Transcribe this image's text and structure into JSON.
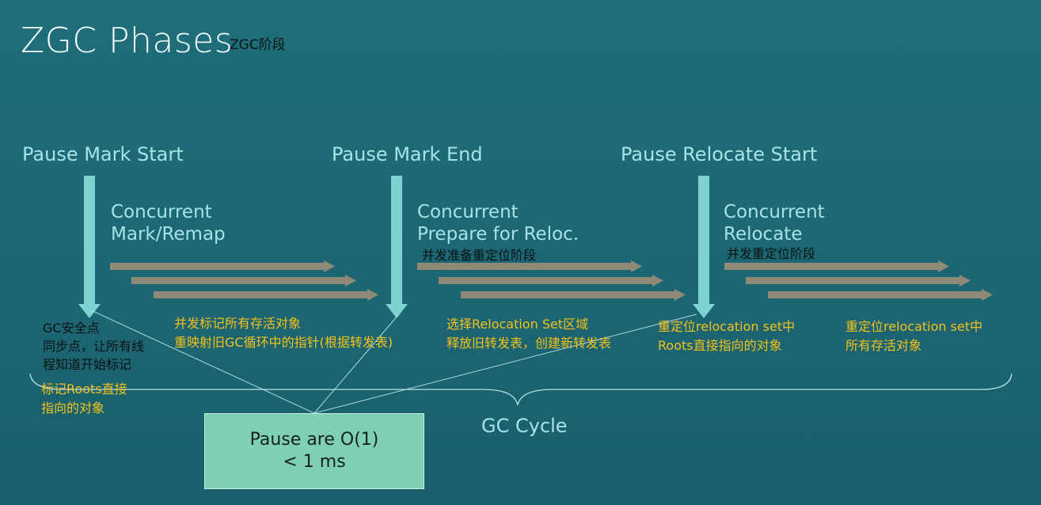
{
  "header": {
    "title": "ZGC Phases",
    "title_cn": "ZGC阶段"
  },
  "pauses": [
    {
      "label": "Pause Mark Start"
    },
    {
      "label": "Pause Mark End"
    },
    {
      "label": "Pause Relocate Start"
    }
  ],
  "concurrent": [
    {
      "label": "Concurrent\nMark/Remap"
    },
    {
      "label": "Concurrent\nPrepare for Reloc.",
      "cn": "并发准备重定位阶段"
    },
    {
      "label": "Concurrent\nRelocate",
      "cn": "并发重定位阶段"
    }
  ],
  "notes": {
    "gc_safepoint": "GC安全点\n同步点，让所有线\n程知道开始标记",
    "mark_roots": "标记Roots直接\n指向的对象",
    "mark_remap": "并发标记所有存活对象\n重映射旧GC循环中的指针(根据转发表)",
    "prepare_reloc": "选择Relocation Set区域\n释放旧转发表，创建新转发表",
    "reloc_roots": "重定位relocation set中\nRoots直接指向的对象",
    "reloc_all": "重定位relocation set中\n所有存活对象"
  },
  "gc_cycle": "GC Cycle",
  "pause_box": {
    "line1": "Pause are O(1)",
    "line2": "< 1 ms"
  },
  "colors": {
    "background": "#1c6673",
    "pause_arrow": "#7fd2d2",
    "concurrent_arrow": "#8f8a78",
    "label": "#a7e3e6",
    "note_yellow": "#f3c21a",
    "pause_box": "#7ecfb4"
  }
}
